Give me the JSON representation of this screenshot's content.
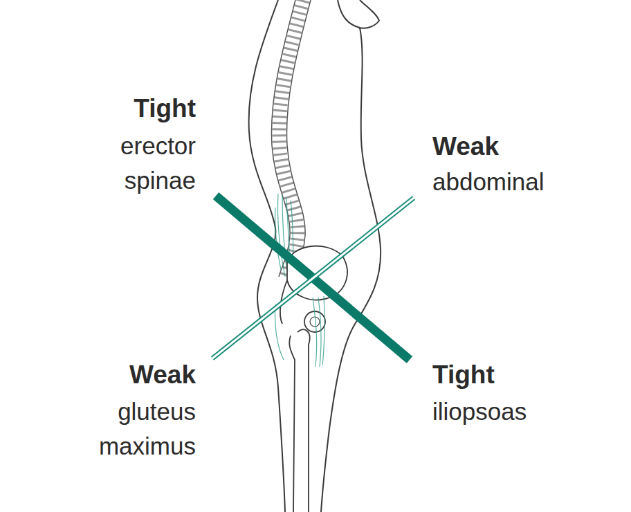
{
  "diagram": {
    "labels": [
      "Tight",
      "erector spinae",
      "Weak",
      "abdominal",
      "Weak",
      "gluteus maximus",
      "Tight",
      "iliopsoas"
    ]
  }
}
